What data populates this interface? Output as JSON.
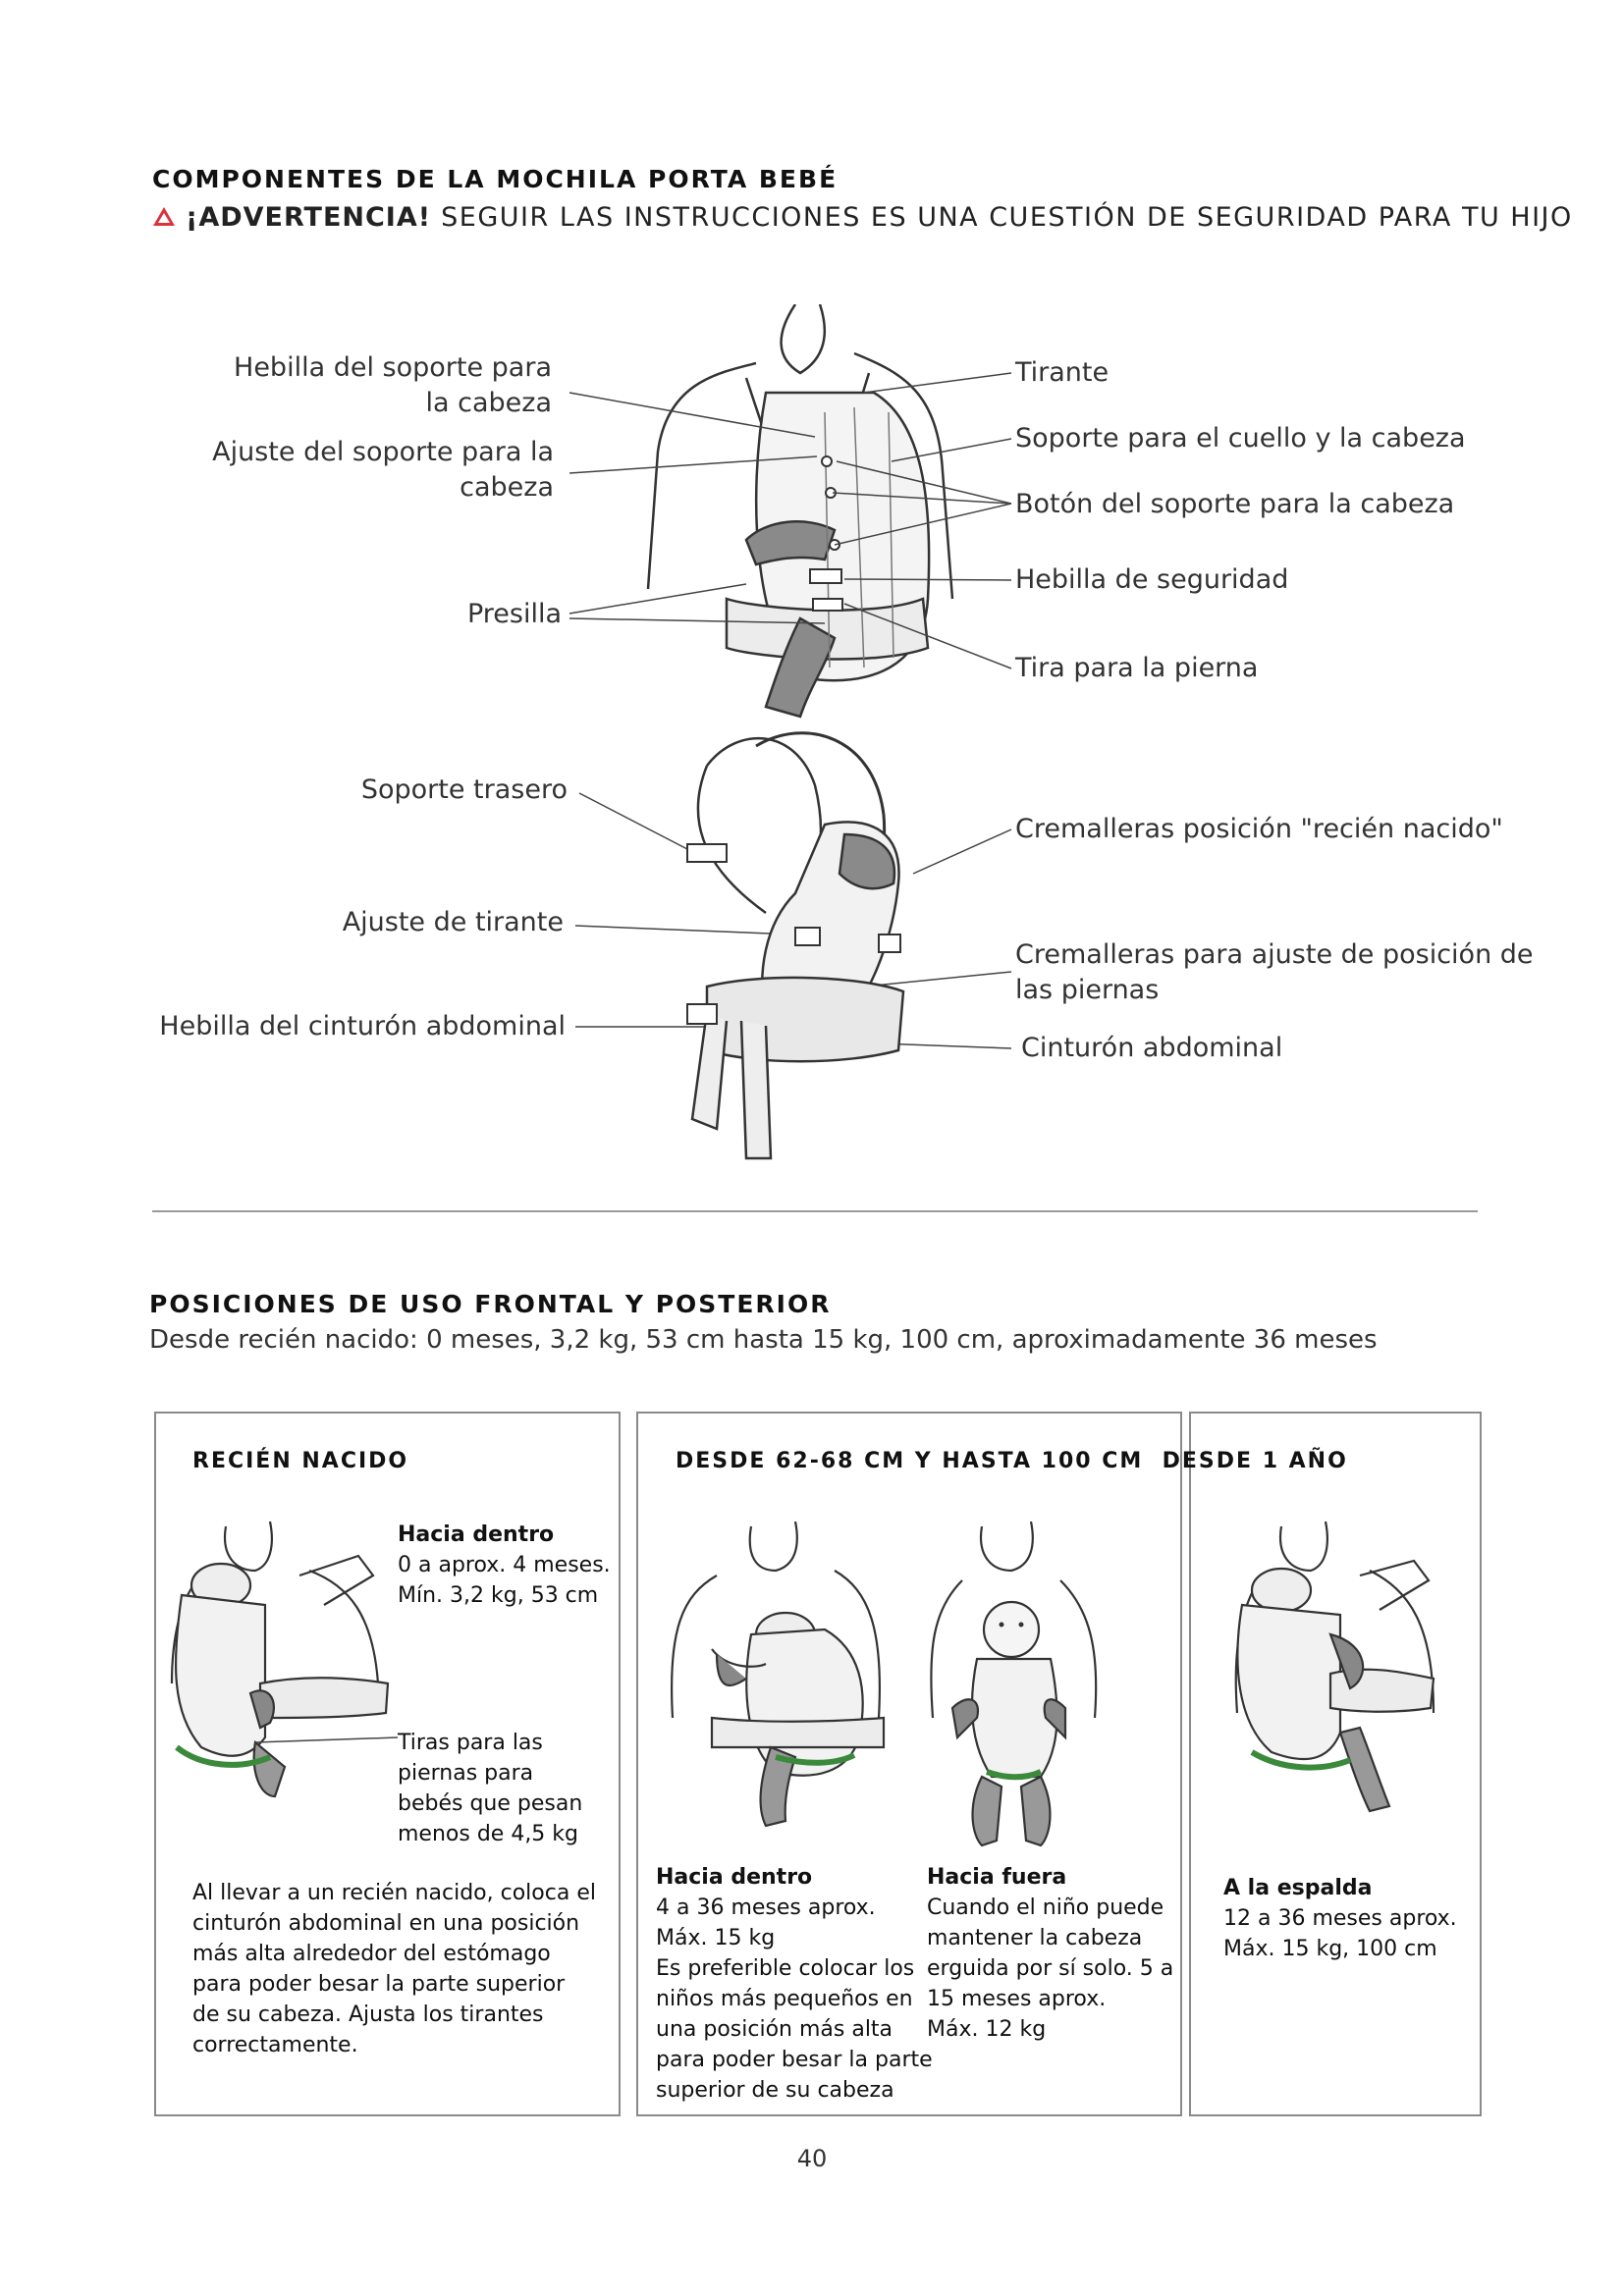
{
  "section1": {
    "title": "COMPONENTES DE LA MOCHILA PORTA BEBÉ",
    "warning_bold": "¡ADVERTENCIA!",
    "warning_text": " SEGUIR LAS INSTRUCCIONES ES UNA CUESTIÓN DE SEGURIDAD PARA TU HIJO"
  },
  "front_labels": {
    "head_support_buckle_1": "Hebilla del soporte para",
    "head_support_buckle_2": "la cabeza",
    "head_support_adjust_1": "Ajuste del soporte para la",
    "head_support_adjust_2": "cabeza",
    "loop": "Presilla",
    "strap": "Tirante",
    "neck_head_support": "Soporte para el cuello y la cabeza",
    "head_support_button": "Botón del soporte para la cabeza",
    "safety_buckle": "Hebilla de seguridad",
    "leg_strap": "Tira para la pierna"
  },
  "back_labels": {
    "back_support": "Soporte trasero",
    "strap_adjust": "Ajuste de tirante",
    "waist_buckle": "Hebilla del cinturón abdominal",
    "newborn_zippers": "Cremalleras posición \"recién nacido\"",
    "leg_zippers_1": "Cremalleras para ajuste de posición de",
    "leg_zippers_2": "las piernas",
    "waist_belt": "Cinturón abdominal"
  },
  "section2": {
    "title": "POSICIONES DE USO FRONTAL Y POSTERIOR",
    "subtitle": "Desde recién nacido: 0 meses, 3,2 kg, 53 cm hasta 15 kg, 100 cm, aproximadamente 36 meses"
  },
  "newborn_box": {
    "header": "RECIÉN NACIDO",
    "facing_in_title": "Hacia dentro",
    "facing_in_1": "0 a aprox. 4 meses.",
    "facing_in_2": "Mín. 3,2 kg, 53 cm",
    "leg_straps_1": "Tiras para las",
    "leg_straps_2": "piernas para",
    "leg_straps_3": "bebés que pesan",
    "leg_straps_4": "menos de 4,5 kg",
    "note_1": "Al llevar a un recién nacido, coloca el",
    "note_2": "cinturón abdominal en una posición",
    "note_3": "más alta alrededor del estómago",
    "note_4": "para poder besar la parte superior",
    "note_5": "de su cabeza. Ajusta los tirantes",
    "note_6": "correctamente."
  },
  "middle_box": {
    "header_a": "DESDE 62-68 CM Y HASTA 100 CM",
    "header_b": "DESDE 1 AÑO",
    "in_title": "Hacia dentro",
    "in_1": "4 a 36 meses aprox.",
    "in_2": "Máx. 15 kg",
    "in_3": "Es preferible colocar los",
    "in_4": "niños más pequeños en",
    "in_5": "una posición más alta",
    "in_6": "para poder besar la parte",
    "in_7": "superior de su cabeza",
    "out_title": "Hacia fuera",
    "out_1": "Cuando el niño puede",
    "out_2": "mantener la cabeza",
    "out_3": "erguida por sí solo. 5 a",
    "out_4": "15 meses aprox.",
    "out_5": "Máx. 12 kg"
  },
  "back_box": {
    "title": "A la espalda",
    "line_1": "12 a 36 meses aprox.",
    "line_2": "Máx. 15 kg, 100 cm"
  },
  "page_number": "40",
  "colors": {
    "warning_red": "#d9343a",
    "leg_strap_green": "#3b8a3b",
    "line_gray": "#9a9a9a"
  }
}
